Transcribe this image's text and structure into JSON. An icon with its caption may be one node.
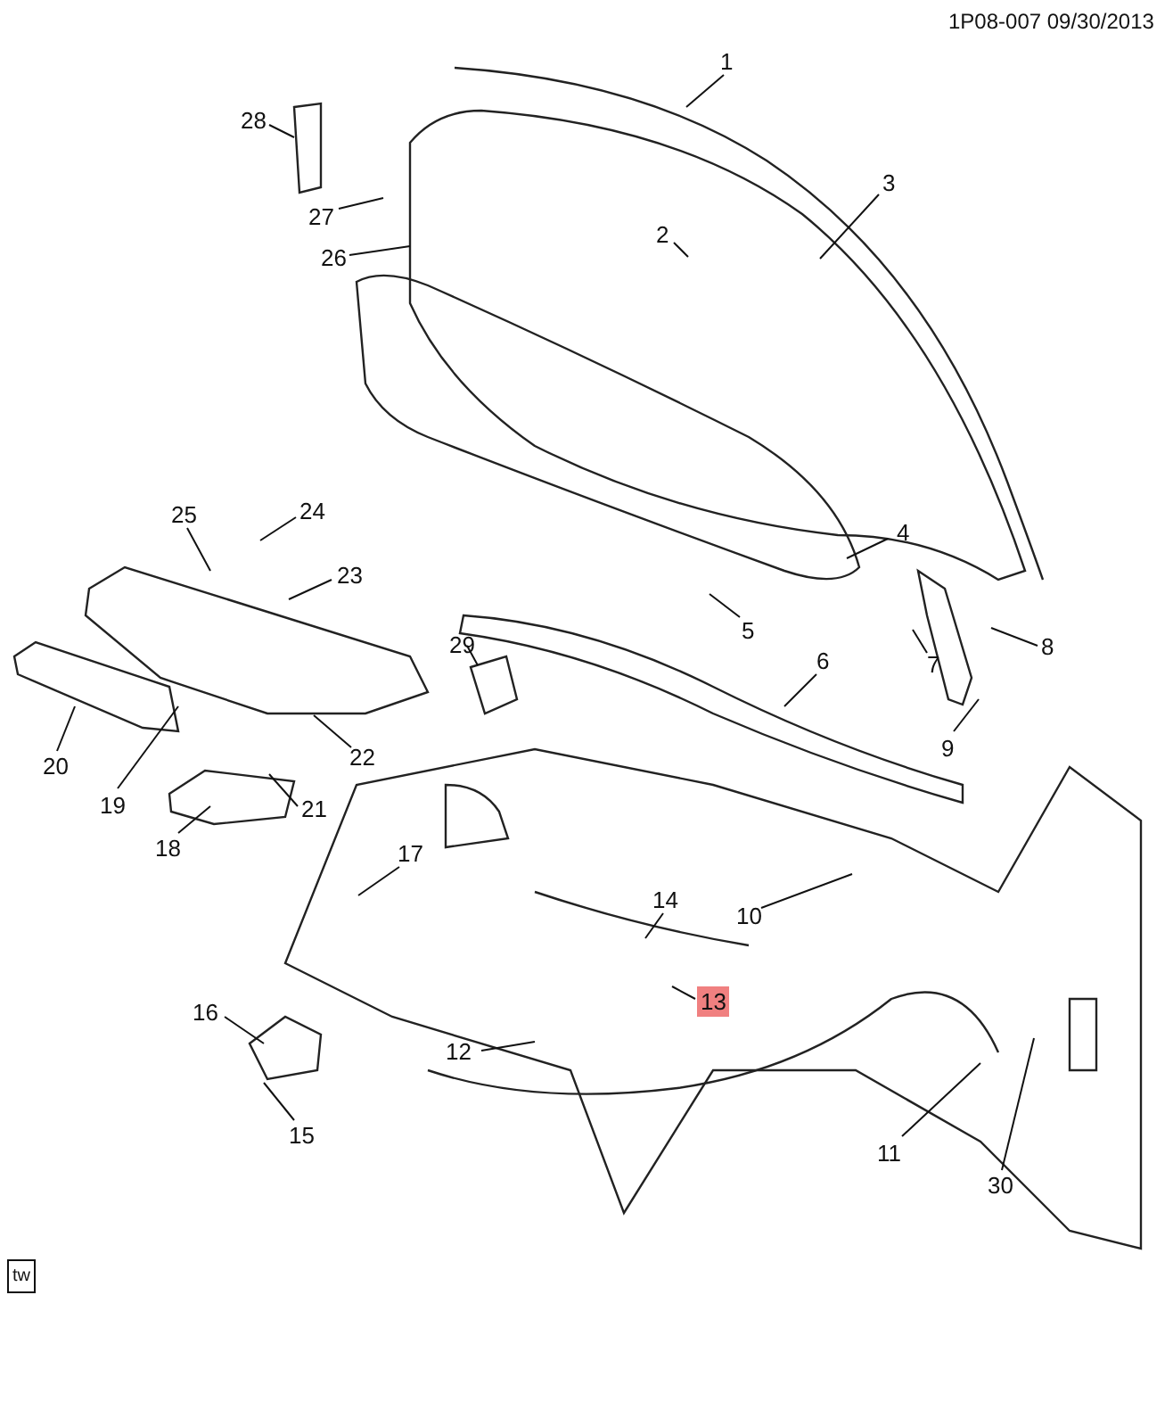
{
  "diagram": {
    "nodes": [
      {
        "text": [
          "1"
        ]
      },
      {
        "text": [
          "2"
        ]
      },
      {
        "text": [
          "3"
        ]
      },
      {
        "text": [
          "4"
        ]
      },
      {
        "text": [
          "5"
        ]
      },
      {
        "text": [
          "6"
        ]
      },
      {
        "text": [
          "7"
        ]
      },
      {
        "text": [
          "8"
        ]
      },
      {
        "text": [
          "9"
        ]
      },
      {
        "text": [
          "10"
        ]
      },
      {
        "text": [
          "11"
        ]
      },
      {
        "text": [
          "12"
        ]
      },
      {
        "text": [
          "13"
        ]
      },
      {
        "text": [
          "14"
        ]
      },
      {
        "text": [
          "15"
        ]
      },
      {
        "text": [
          "16"
        ]
      },
      {
        "text": [
          "17"
        ]
      },
      {
        "text": [
          "18"
        ]
      },
      {
        "text": [
          "19"
        ]
      },
      {
        "text": [
          "20"
        ]
      },
      {
        "text": [
          "21"
        ]
      },
      {
        "text": [
          "22"
        ]
      },
      {
        "text": [
          "23"
        ]
      },
      {
        "text": [
          "24"
        ]
      },
      {
        "text": [
          "25"
        ]
      },
      {
        "text": [
          "26"
        ]
      },
      {
        "text": [
          "27"
        ]
      },
      {
        "text": [
          "28"
        ]
      },
      {
        "text": [
          "29"
        ]
      },
      {
        "text": [
          "30"
        ]
      }
    ],
    "edges": [
      {
        "from": 0,
        "to": null,
        "arrow": "none"
      },
      {
        "from": 1,
        "to": null,
        "arrow": "none"
      },
      {
        "from": 2,
        "to": null,
        "arrow": "none"
      },
      {
        "from": 3,
        "to": null,
        "arrow": "none"
      },
      {
        "from": 4,
        "to": null,
        "arrow": "none"
      },
      {
        "from": 5,
        "to": null,
        "arrow": "none"
      },
      {
        "from": 6,
        "to": null,
        "arrow": "none"
      },
      {
        "from": 7,
        "to": null,
        "arrow": "none"
      },
      {
        "from": 8,
        "to": null,
        "arrow": "none"
      },
      {
        "from": 9,
        "to": null,
        "arrow": "none"
      },
      {
        "from": 10,
        "to": null,
        "arrow": "none"
      },
      {
        "from": 11,
        "to": null,
        "arrow": "none"
      },
      {
        "from": 12,
        "to": null,
        "arrow": "none"
      },
      {
        "from": 13,
        "to": null,
        "arrow": "none"
      },
      {
        "from": 14,
        "to": null,
        "arrow": "none"
      },
      {
        "from": 15,
        "to": null,
        "arrow": "none"
      },
      {
        "from": 16,
        "to": null,
        "arrow": "none"
      },
      {
        "from": 17,
        "to": null,
        "arrow": "none"
      },
      {
        "from": 18,
        "to": null,
        "arrow": "none"
      },
      {
        "from": 19,
        "to": null,
        "arrow": "none"
      },
      {
        "from": 20,
        "to": null,
        "arrow": "none"
      },
      {
        "from": 21,
        "to": null,
        "arrow": "none"
      },
      {
        "from": 22,
        "to": null,
        "arrow": "none"
      },
      {
        "from": 23,
        "to": null,
        "arrow": "none"
      },
      {
        "from": 24,
        "to": null,
        "arrow": "none"
      },
      {
        "from": 25,
        "to": null,
        "arrow": "none"
      },
      {
        "from": 26,
        "to": null,
        "arrow": "none"
      },
      {
        "from": 27,
        "to": null,
        "arrow": "none"
      },
      {
        "from": 28,
        "to": null,
        "arrow": "none"
      },
      {
        "from": 29,
        "to": null,
        "arrow": "none"
      }
    ],
    "labels": [
      "1P08-007 09/30/2013",
      "tw"
    ]
  }
}
